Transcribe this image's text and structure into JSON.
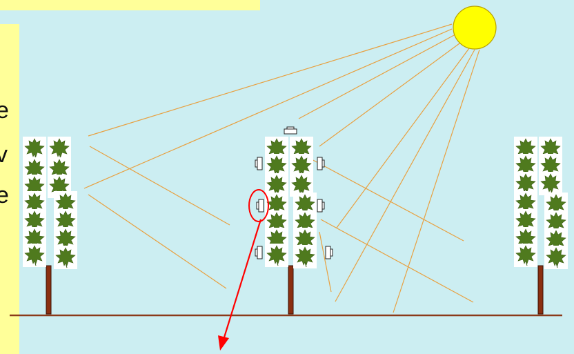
{
  "left_panel": {
    "text_fragments": [
      "e",
      "v",
      "e"
    ]
  },
  "colors": {
    "background": "#CCEEF2",
    "panel": "#FFFF99",
    "sun_fill": "#FFFF00",
    "sun_stroke": "#B8A000",
    "light_ray": "#E8A040",
    "ground": "#8B3A1A",
    "trunk": "#8B2F10",
    "leaf": "#4F7A1E",
    "highlight": "#FF0000"
  },
  "icons": {
    "sun": "sun-icon",
    "tree": "tree-icon",
    "leaf": "maple-leaf-icon",
    "sensor": "light-sensor-icon",
    "arrow": "pointer-arrow-icon",
    "highlight": "highlight-circle-icon"
  }
}
